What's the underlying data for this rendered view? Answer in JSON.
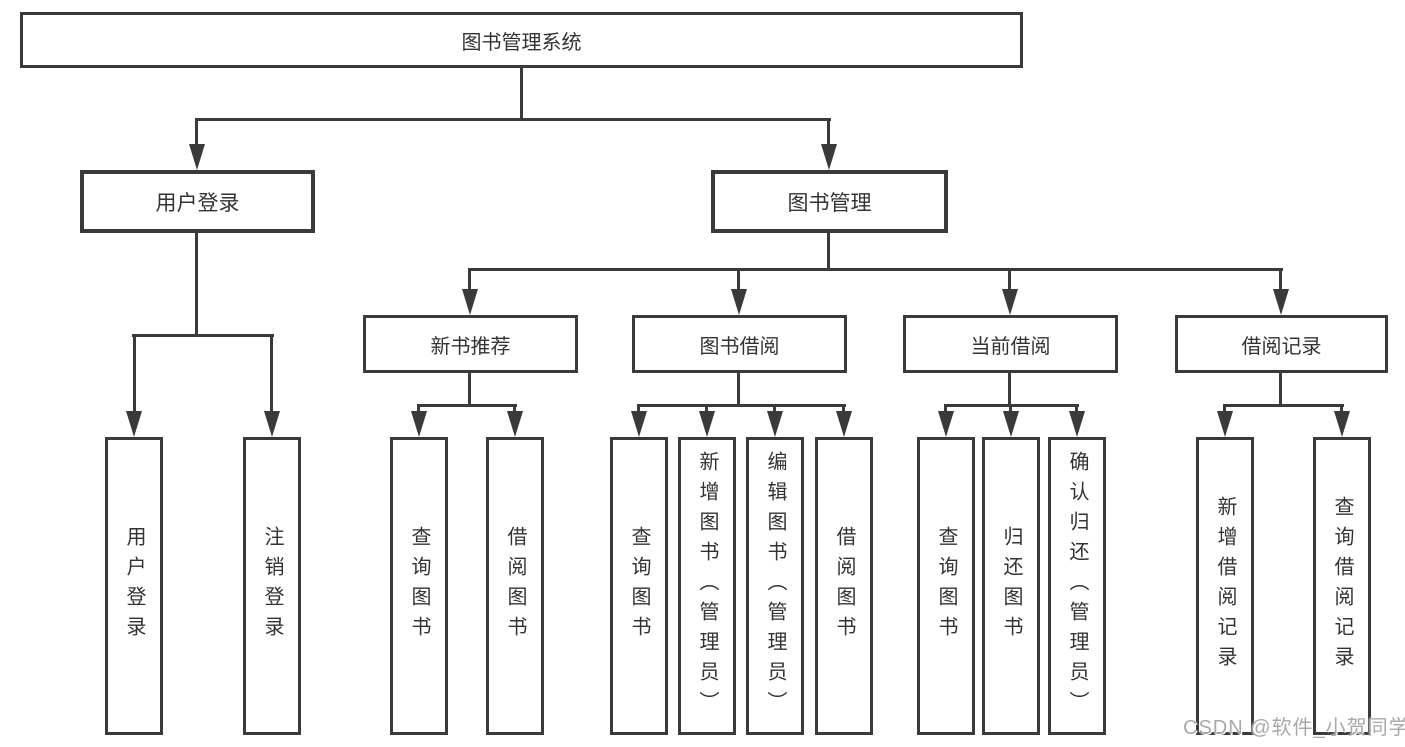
{
  "diagram": {
    "root": {
      "label": "图书管理系统"
    },
    "branches": [
      {
        "label": "用户登录",
        "children": [
          {
            "label": "用户登录"
          },
          {
            "label": "注销登录"
          }
        ]
      },
      {
        "label": "图书管理",
        "children": [
          {
            "label": "新书推荐",
            "children": [
              {
                "label": "查询图书"
              },
              {
                "label": "借阅图书"
              }
            ]
          },
          {
            "label": "图书借阅",
            "children": [
              {
                "label": "查询图书"
              },
              {
                "label": "新增图书（管理员）"
              },
              {
                "label": "编辑图书（管理员）"
              },
              {
                "label": "借阅图书"
              }
            ]
          },
          {
            "label": "当前借阅",
            "children": [
              {
                "label": "查询图书"
              },
              {
                "label": "归还图书"
              },
              {
                "label": "确认归还（管理员）"
              }
            ]
          },
          {
            "label": "借阅记录",
            "children": [
              {
                "label": "新增借阅记录"
              },
              {
                "label": "查询借阅记录"
              }
            ]
          }
        ]
      }
    ]
  },
  "watermark": {
    "text": "CSDN @软件_小贺同学"
  },
  "colors": {
    "line": "#3a3a3a",
    "text": "#333333",
    "watermark": "#a9a9a9",
    "background": "#ffffff"
  }
}
